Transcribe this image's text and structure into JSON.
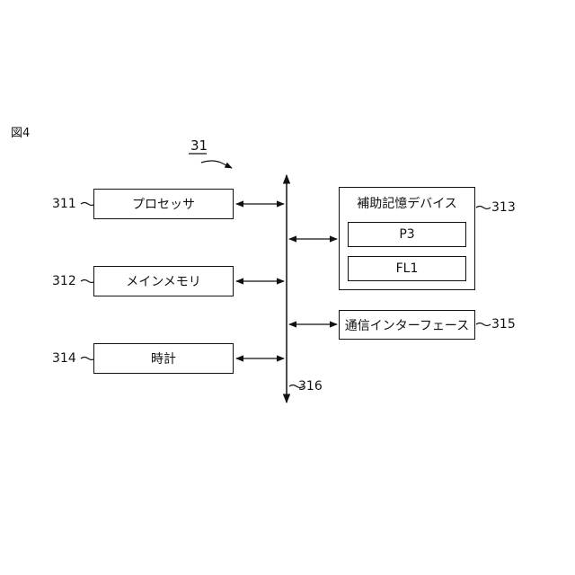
{
  "figure_label": "図4",
  "system_ref": "31",
  "blocks": {
    "processor": {
      "ref": "311",
      "label": "プロセッサ"
    },
    "main_memory": {
      "ref": "312",
      "label": "メインメモリ"
    },
    "clock": {
      "ref": "314",
      "label": "時計"
    },
    "aux_storage": {
      "ref": "313",
      "label": "補助記憶デバイス",
      "items": [
        "P3",
        "FL1"
      ]
    },
    "comm_interface": {
      "ref": "315",
      "label": "通信インターフェース"
    }
  },
  "bus": {
    "ref": "316"
  }
}
